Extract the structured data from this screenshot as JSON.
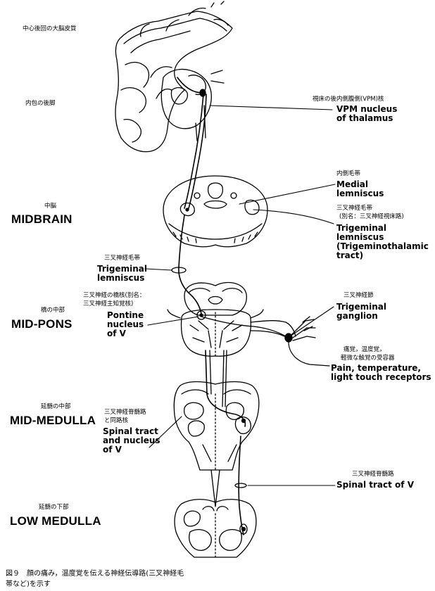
{
  "levels": {
    "cortex_jp": "中心後回の大脳皮質",
    "internal_capsule_jp": "内包の後脚",
    "midbrain_jp": "中脳",
    "midbrain_en": "MIDBRAIN",
    "midpons_jp": "橋の中部",
    "midpons_en": "MID-PONS",
    "midmedulla_jp": "延髄の中部",
    "midmedulla_en": "MID-MEDULLA",
    "lowmedulla_jp": "延髄の下部",
    "lowmedulla_en": "LOW MEDULLA"
  },
  "labels": {
    "vpm_jp": "視床の後内側腹側(VPM)核",
    "vpm_en_1": "VPM nucleus",
    "vpm_en_2": "of thalamus",
    "medial_lemniscus_jp": "内側毛帯",
    "medial_lemniscus_en_1": "Medial",
    "medial_lemniscus_en_2": "lemniscus",
    "trig_lemniscus_right_jp_1": "三叉神経毛帯",
    "trig_lemniscus_right_jp_2": "(別名：三叉神経視床路)",
    "trig_lemniscus_right_en_1": "Trigeminal",
    "trig_lemniscus_right_en_2": "lemniscus",
    "trig_lemniscus_right_en_3": "(Trigeminothalamic",
    "trig_lemniscus_right_en_4": "tract)",
    "trig_lemniscus_left_jp": "三叉神経毛帯",
    "trig_lemniscus_left_en_1": "Trigeminal",
    "trig_lemniscus_left_en_2": "lemniscus",
    "pontine_jp_1": "三叉神経の橋核(別名：",
    "pontine_jp_2": "三叉神経主知覚核)",
    "pontine_en_1": "Pontine",
    "pontine_en_2": "nucleus",
    "pontine_en_3": "of V",
    "ganglion_jp": "三叉神経節",
    "ganglion_en_1": "Trigeminal",
    "ganglion_en_2": "ganglion",
    "receptors_jp_1": "痛覚，温度覚，",
    "receptors_jp_2": "軽微な触覚の受容器",
    "receptors_en_1": "Pain, temperature,",
    "receptors_en_2": "light touch receptors",
    "spinal_nucleus_jp_1": "三叉神経脊髄路",
    "spinal_nucleus_jp_2": "と同路核",
    "spinal_nucleus_en_1": "Spinal tract",
    "spinal_nucleus_en_2": "and nucleus",
    "spinal_nucleus_en_3": "of V",
    "spinal_tract_jp": "三叉神経脊髄路",
    "spinal_tract_en": "Spinal tract of V"
  },
  "caption": {
    "line1": "図９　顔の痛み，温度覚を伝える神経伝導路(三叉神経毛",
    "line2": "帯など)を示す"
  }
}
